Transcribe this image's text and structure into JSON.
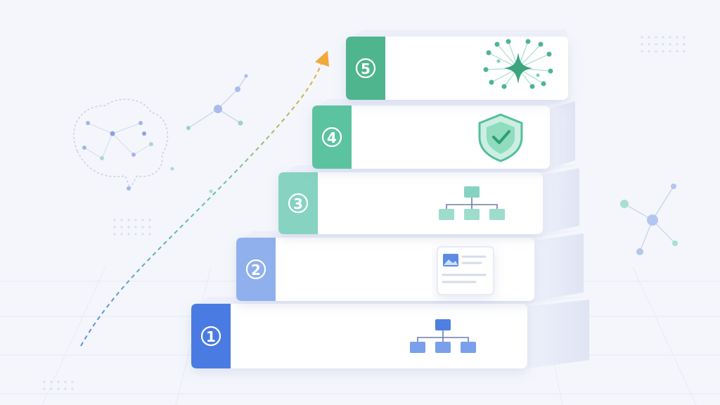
{
  "steps": [
    {
      "number": "1",
      "icon": "hierarchy-icon",
      "color": "#4a7be3"
    },
    {
      "number": "2",
      "icon": "document-image-icon",
      "color": "#8fb0ec"
    },
    {
      "number": "3",
      "icon": "hierarchy-icon",
      "color": "#86d3c2"
    },
    {
      "number": "4",
      "icon": "shield-check-icon",
      "color": "#5cc3a0"
    },
    {
      "number": "5",
      "icon": "ai-sparkle-network-icon",
      "color": "#4fb58f"
    }
  ],
  "decorations": {
    "left": "brain-network-icon",
    "top": "molecule-network-icon",
    "right": "molecule-network-icon",
    "arrow": "growth-arrow-icon"
  },
  "colors": {
    "background": "#f4f6fb",
    "step_face": "#ffffff",
    "step_side": "#e4e8f6",
    "arrow_start": "#5b8ee6",
    "arrow_mid": "#5fc6a8",
    "arrow_end": "#f2a93b"
  }
}
